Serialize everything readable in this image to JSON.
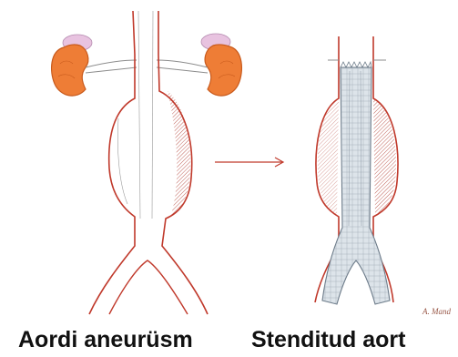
{
  "labels": {
    "left_caption": "Aordi aneurüsm",
    "right_caption": "Stenditud aort",
    "signature": "A. Mand"
  },
  "colors": {
    "vessel_outline": "#c0392b",
    "kidney_fill": "#ee7d36",
    "adrenal_fill": "#e8c3e0",
    "hatching": "#b03a2e",
    "stent_fill": "#dde4ea",
    "stent_line": "#6b7a88",
    "arrow": "#c0392b",
    "text": "#111111"
  },
  "icons": [
    "left-kidney-icon",
    "right-kidney-icon",
    "arrow-right-icon"
  ]
}
